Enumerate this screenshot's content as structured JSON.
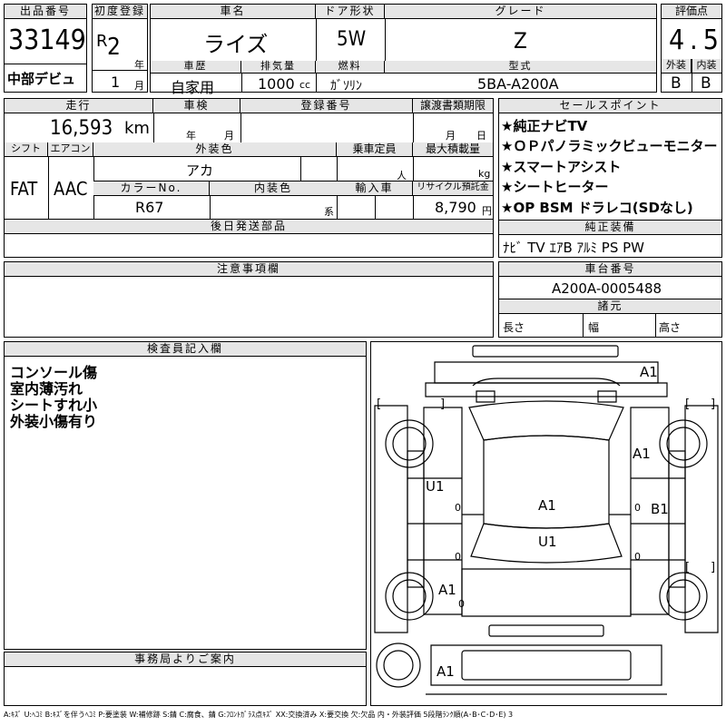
{
  "sheet": {
    "lot_no_label": "出品番号",
    "lot_no": "33149",
    "debut": "中部デビュ",
    "first_reg_label": "初度登録",
    "reg_era": "R",
    "reg_year": "2",
    "year_unit": "年",
    "reg_month": "1",
    "month_unit": "月",
    "car_name_label": "車名",
    "car_name": "ライズ",
    "door_label": "ドア形状",
    "door": "5W",
    "grade_label": "グレード",
    "grade": "Z",
    "score_label": "評価点",
    "score": "4.5",
    "history_label": "車歴",
    "history": "自家用",
    "displacement_label": "排気量",
    "displacement": "1000",
    "cc_unit": "cc",
    "fuel_label": "燃料",
    "fuel": "ｶﾞｿﾘﾝ",
    "model_label": "型式",
    "model": "5BA-A200A",
    "exterior_label": "外装",
    "exterior_grade": "B",
    "interior_label": "内装",
    "interior_grade": "B",
    "mileage_label": "走行",
    "mileage": "16,593",
    "km_unit": "km",
    "inspection_label": "車検",
    "year_small": "年",
    "month_small": "月",
    "regno_label": "登録番号",
    "transfer_label": "譲渡書類期限",
    "shift_label": "シフト",
    "shift": "FAT",
    "ac_label": "エアコン",
    "ac": "AAC",
    "ext_color_label": "外装色",
    "ext_color": "アカ",
    "capacity_label": "乗車定員",
    "person_unit": "人",
    "maxload_label": "最大積載量",
    "kg_unit": "kg",
    "color_no_label": "カラーNo.",
    "color_no": "R67",
    "int_color_label": "内装色",
    "int_color_unit": "系",
    "import_label": "輸入車",
    "recycle_label": "リサイクル預託金",
    "recycle": "8,790",
    "yen_unit": "円",
    "later_parts_label": "後日発送部品",
    "sales_label": "セールスポイント",
    "sales_points": [
      "★純正ナビTV",
      "★ＯＰパノラミックビューモニター",
      "★スマートアシスト",
      "★シートヒーター",
      "★OP BSM ドラレコ(SDなし)"
    ],
    "equip_label": "純正装備",
    "equipment": "ﾅﾋﾞ TV ｴｱB ｱﾙﾐ PS PW",
    "notes_label": "注意事項欄",
    "chassis_label": "車台番号",
    "chassis": "A200A-0005488",
    "dims_label": "諸元",
    "length_label": "長さ",
    "width_label": "幅",
    "height_label": "高さ",
    "inspector_label": "検査員記入欄",
    "inspector_notes": [
      "コンソール傷",
      "室内薄汚れ",
      "シートすれ小",
      "外装小傷有り"
    ],
    "office_label": "事務局よりご案内",
    "legend": "A:ｷｽﾞ U:ﾍｺﾐ B:ｷｽﾞを伴うﾍｺﾐ P:要塗装 W:補修跡 S:錆 C:腐食、錆 G:ﾌﾛﾝﾄｶﾞﾗｽ点ｷｽﾞ XX:交換済み X:要交換 欠:欠品 内・外装評価 5段階ﾗﾝｸ順(A･B･C･D･E) 3"
  },
  "damage_marks": [
    "A1",
    "A1",
    "U1",
    "B1",
    "A1",
    "U1",
    "A1",
    "A1"
  ],
  "zero_marks": [
    "0",
    "0",
    "0",
    "0",
    "0"
  ],
  "brackets": [
    "[",
    "]",
    "[",
    "]",
    "[",
    "]"
  ]
}
